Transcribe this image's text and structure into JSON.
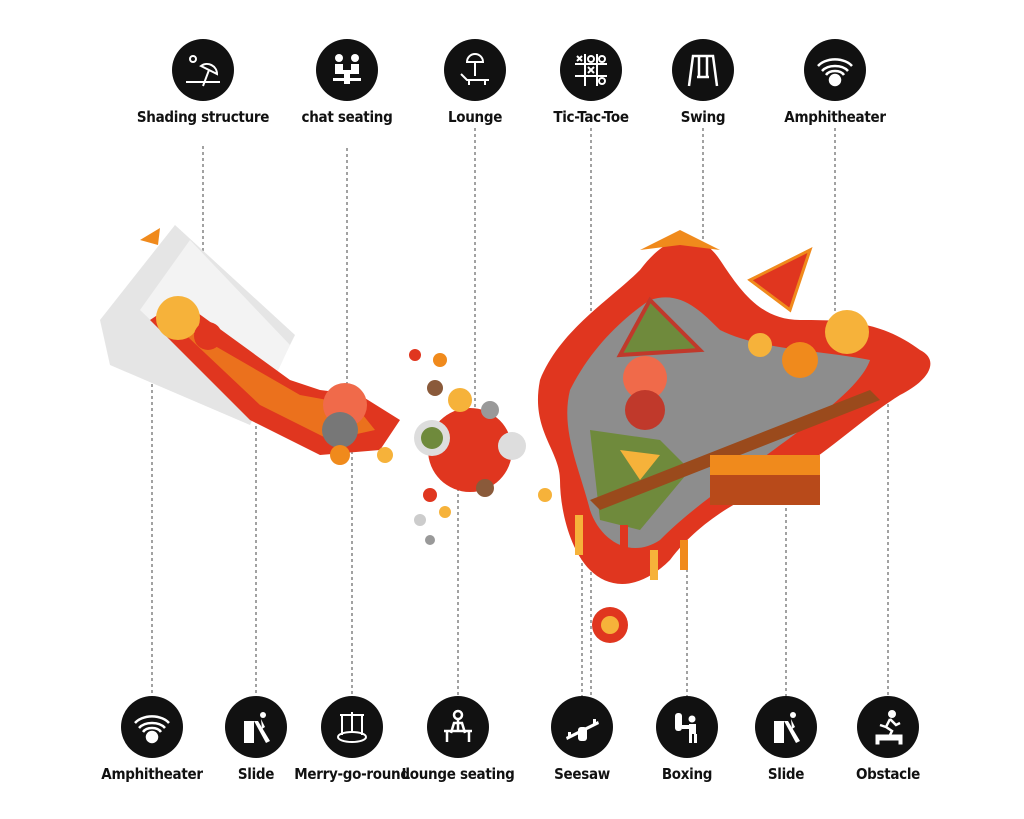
{
  "top_callouts": [
    {
      "label": "Shading structure",
      "icon": "shading-umbrella-icon"
    },
    {
      "label": "chat seating",
      "icon": "chat-seating-icon"
    },
    {
      "label": "Lounge",
      "icon": "lounge-chair-icon"
    },
    {
      "label": "Tic-Tac-Toe",
      "icon": "tic-tac-toe-icon"
    },
    {
      "label": "Swing",
      "icon": "swing-icon"
    },
    {
      "label": "Amphitheater",
      "icon": "amphitheater-icon"
    }
  ],
  "bottom_callouts": [
    {
      "label": "Amphitheater",
      "icon": "amphitheater-icon"
    },
    {
      "label": "Slide",
      "icon": "slide-icon"
    },
    {
      "label": "Merry-go-round",
      "icon": "merry-go-round-icon"
    },
    {
      "label": "Lounge seating",
      "icon": "lounge-seating-icon"
    },
    {
      "label": "Seesaw",
      "icon": "seesaw-icon"
    },
    {
      "label": "Boxing",
      "icon": "boxing-icon"
    },
    {
      "label": "Slide",
      "icon": "slide-icon"
    },
    {
      "label": "Obstacle",
      "icon": "obstacle-icon"
    }
  ],
  "colors": {
    "red": "#e0361f",
    "orange": "#f08a1c",
    "yellow": "#f6b23a",
    "green": "#6f8a3c",
    "grey": "#8d8d8d",
    "icon_bg": "#111111"
  }
}
